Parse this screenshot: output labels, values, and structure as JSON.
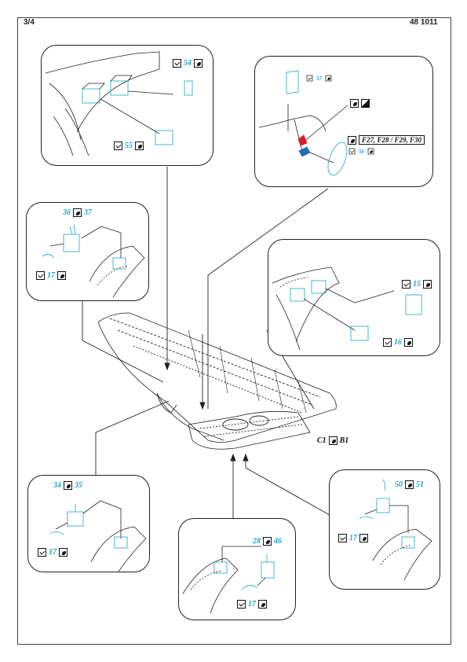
{
  "header": {
    "page_number": "3/4",
    "product_code": "48 1011"
  },
  "insets": {
    "top_left": {
      "labels": [
        {
          "num": "54"
        },
        {
          "num": "55"
        }
      ]
    },
    "top_right": {
      "labels": [
        {
          "num": "57"
        }
      ],
      "codes": "F27, F28 / F29, F30",
      "small_num": "56"
    },
    "mid_left": {
      "labels": [
        {
          "num": "36"
        },
        {
          "num": "37"
        },
        {
          "num": "17"
        }
      ]
    },
    "mid_right": {
      "labels": [
        {
          "num": "15"
        },
        {
          "num": "16"
        }
      ]
    },
    "bot_left": {
      "labels": [
        {
          "num": "34"
        },
        {
          "num": "35"
        },
        {
          "num": "17"
        }
      ]
    },
    "bot_center": {
      "labels": [
        {
          "num": "28"
        },
        {
          "num": "46"
        },
        {
          "num": "17"
        }
      ]
    },
    "bot_right": {
      "labels": [
        {
          "num": "50"
        },
        {
          "num": "51"
        },
        {
          "num": "17"
        }
      ]
    }
  },
  "main": {
    "color_left": "C1",
    "color_right": "B1"
  },
  "colors": {
    "accent": "#1aa6c8",
    "line": "#222222",
    "marker": "#d21f2b",
    "blue_part": "#1f6fb8"
  },
  "icons": [
    "bend-icon",
    "photo-etch-icon",
    "paint-icon"
  ]
}
